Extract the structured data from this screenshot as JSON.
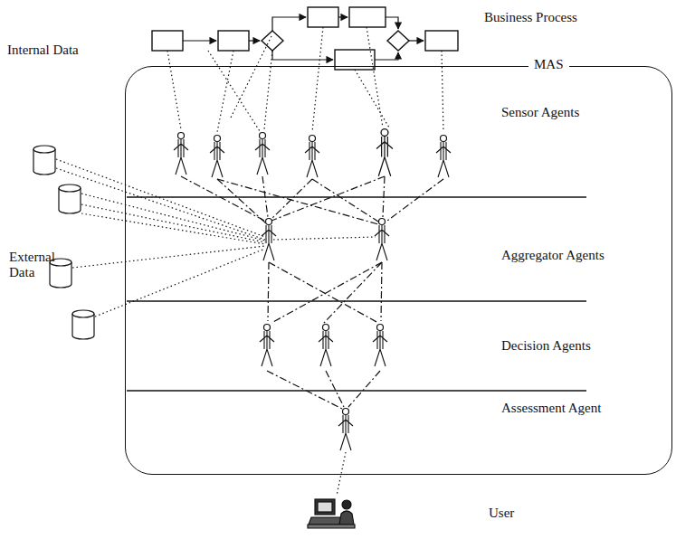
{
  "diagram": {
    "nodes": [
      {
        "text": [
          "MAS"
        ]
      },
      {
        "text": [
          "Sensor Agents"
        ],
        "in": 0
      },
      {
        "text": [
          "Aggregator Agents"
        ],
        "in": 0
      },
      {
        "text": [
          "Decision Agents"
        ],
        "in": 0
      },
      {
        "text": [
          "Assessment Agent"
        ],
        "in": 0
      }
    ],
    "labels": [
      "Business Process",
      "Internal Data",
      "External Data",
      "User"
    ]
  }
}
